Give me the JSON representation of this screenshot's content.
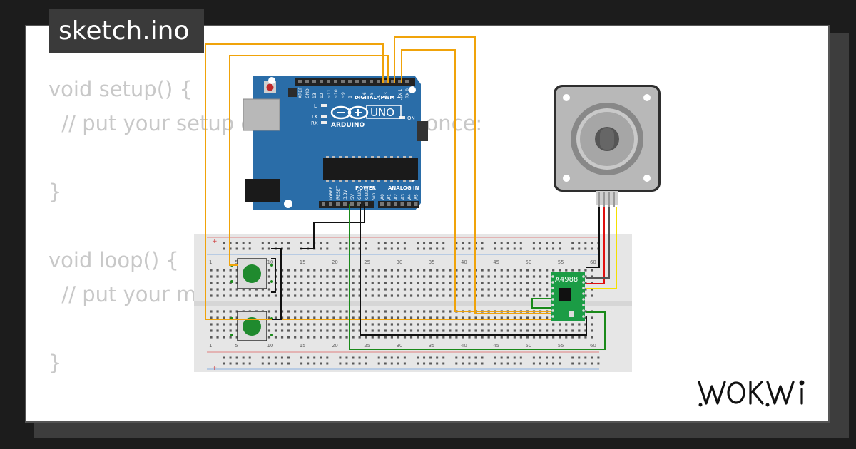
{
  "sketch": {
    "filename": "sketch.ino",
    "code_lines": [
      "void setup() {",
      "  // put your setup code here, to run once:",
      "",
      "}",
      "",
      "void loop() {",
      "  // put your main code here, to run repeatedly:",
      "",
      "}"
    ]
  },
  "arduino": {
    "model": "UNO",
    "brand": "ARDUINO",
    "digital_header_label": "DIGITAL (PWM ~)",
    "power_label": "POWER",
    "analog_label": "ANALOG IN",
    "led_labels": [
      "L",
      "TX",
      "RX",
      "ON"
    ],
    "digital_pins": [
      "AREF",
      "GND",
      "13",
      "12",
      "~11",
      "~10",
      "~9",
      "8",
      "7",
      "~6",
      "~5",
      "4",
      "~3",
      "2",
      "TX 1",
      "RX 0"
    ],
    "power_pins": [
      "IOREF",
      "RESET",
      "3.3V",
      "5V",
      "GND",
      "GND",
      "Vin"
    ],
    "analog_pins": [
      "A0",
      "A1",
      "A2",
      "A3",
      "A4",
      "A5"
    ],
    "board_color": "#2a6da8"
  },
  "breadboard": {
    "column_numbers": [
      "1",
      "5",
      "10",
      "15",
      "20",
      "25",
      "30",
      "35",
      "40",
      "45",
      "50",
      "55",
      "60"
    ],
    "rail_plus": "+",
    "rail_minus": "−"
  },
  "driver": {
    "label": "A4988",
    "color": "#1b9c45"
  },
  "buttons": {
    "count": 2,
    "cap_color": "#1f8a2e"
  },
  "wire_colors": {
    "orange": "#f0a30a",
    "black": "#111111",
    "green": "#1a8a1a",
    "red": "#e01010",
    "yellow": "#f5e000",
    "gray": "#9a9a9a"
  },
  "brand": {
    "logo_text": "WOKWi"
  }
}
